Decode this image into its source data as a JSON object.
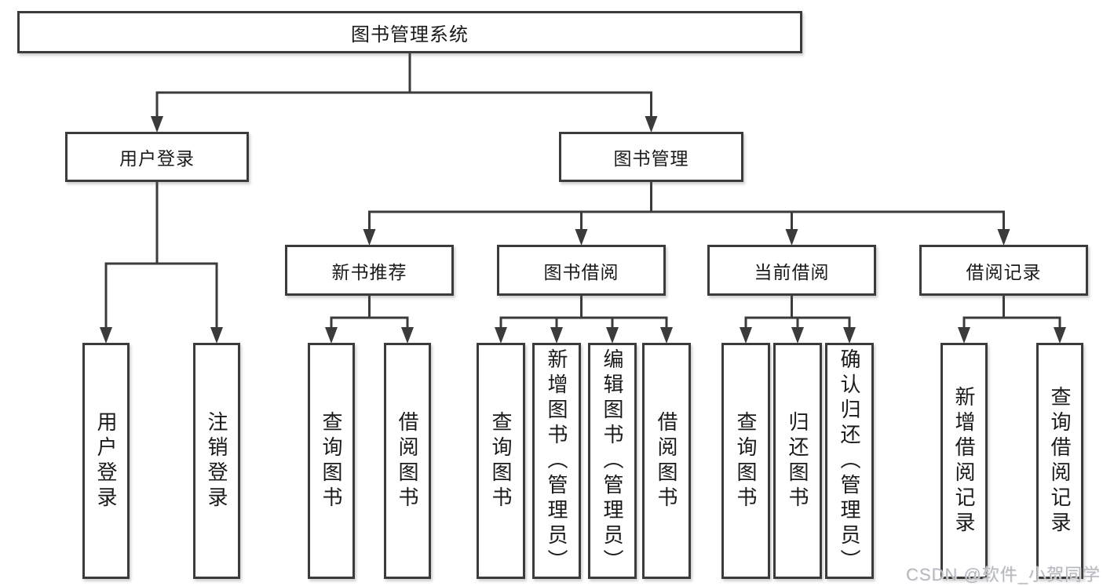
{
  "diagram": {
    "nodes": {
      "root": {
        "label": "图书管理系统"
      },
      "user_login": {
        "label": "用户登录"
      },
      "book_mgmt": {
        "label": "图书管理"
      },
      "user_login_leaf": {
        "label": "用户登录"
      },
      "logout_leaf": {
        "label": "注销登录"
      },
      "new_book_rec": {
        "label": "新书推荐"
      },
      "book_borrow": {
        "label": "图书借阅"
      },
      "current_borrow": {
        "label": "当前借阅"
      },
      "borrow_record": {
        "label": "借阅记录"
      },
      "query_book_1": {
        "label": "查询图书"
      },
      "borrow_book_1": {
        "label": "借阅图书"
      },
      "query_book_2": {
        "label": "查询图书"
      },
      "add_book": {
        "label": "新增图书（管理员）"
      },
      "edit_book": {
        "label": "编辑图书（管理员）"
      },
      "borrow_book_2": {
        "label": "借阅图书"
      },
      "query_book_3": {
        "label": "查询图书"
      },
      "return_book": {
        "label": "归还图书"
      },
      "confirm_return": {
        "label": "确认归还（管理员）"
      },
      "add_borrow_record": {
        "label": "新增借阅记录"
      },
      "query_borrow_record": {
        "label": "查询借阅记录"
      }
    },
    "line_color": "#3b3b3b",
    "box_border_color": "#3b3b3b",
    "text_color": "#1a1a1a"
  },
  "watermark": {
    "text": "CSDN @软件_小贺同学",
    "color": "#b5b8bf"
  }
}
